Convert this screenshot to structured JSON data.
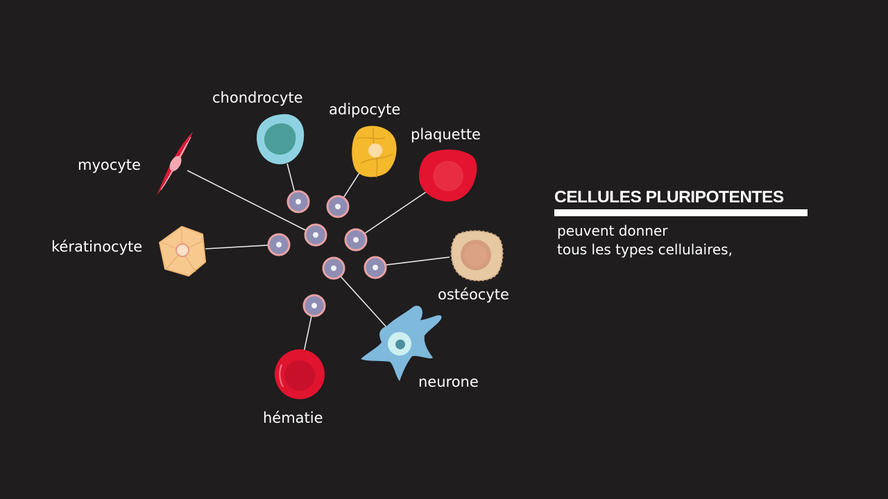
{
  "cells": {
    "chondrocyte": "chondrocyte",
    "adipocyte": "adipocyte",
    "plaquette": "plaquette",
    "myocyte": "myocyte",
    "keratinocyte": "kératinocyte",
    "osteocyte": "ostéocyte",
    "neurone": "neurone",
    "hematie": "hématie"
  },
  "headline": "CELLULES PLURIPOTENTES",
  "description": {
    "line1": "peuvent donner",
    "line2": "tous les types cellulaires,"
  },
  "colors": {
    "background": "#1f1d1e",
    "stem_cell_fill": "#8e8db4",
    "stem_cell_ring": "#e7a1a4",
    "chondrocyte": "#8ed2e2",
    "adipocyte": "#f5b92d",
    "plaquette": "#e2142f",
    "myocyte": "#dd1a36",
    "keratinocyte": "#f7c98e",
    "osteocyte": "#e6c8a2",
    "neurone": "#7fb9dc",
    "hematie": "#e0142e"
  }
}
